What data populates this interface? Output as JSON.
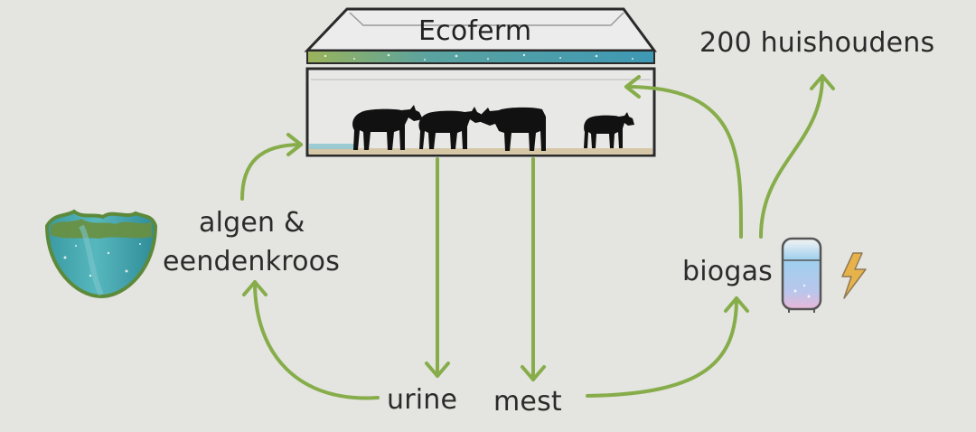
{
  "title": "Ecoferm",
  "labels": {
    "households": "200 huishoudens",
    "algen_line1": "algen &",
    "algen_line2": "eendenkroos",
    "biogas": "biogas",
    "urine": "urine",
    "mest": "mest"
  },
  "colors": {
    "background": "#e4e4e0",
    "arrow": "#86ad4a",
    "roof_glass": "#ececec",
    "water_band": "#4aa0b5",
    "barn_floor": "#d6c7a6",
    "cattle": "#111111",
    "tank_liquid": "#9fd0ee"
  },
  "icons": [
    "algae-bowl-icon",
    "cow-icon",
    "biogas-tank-icon",
    "lightning-icon"
  ]
}
